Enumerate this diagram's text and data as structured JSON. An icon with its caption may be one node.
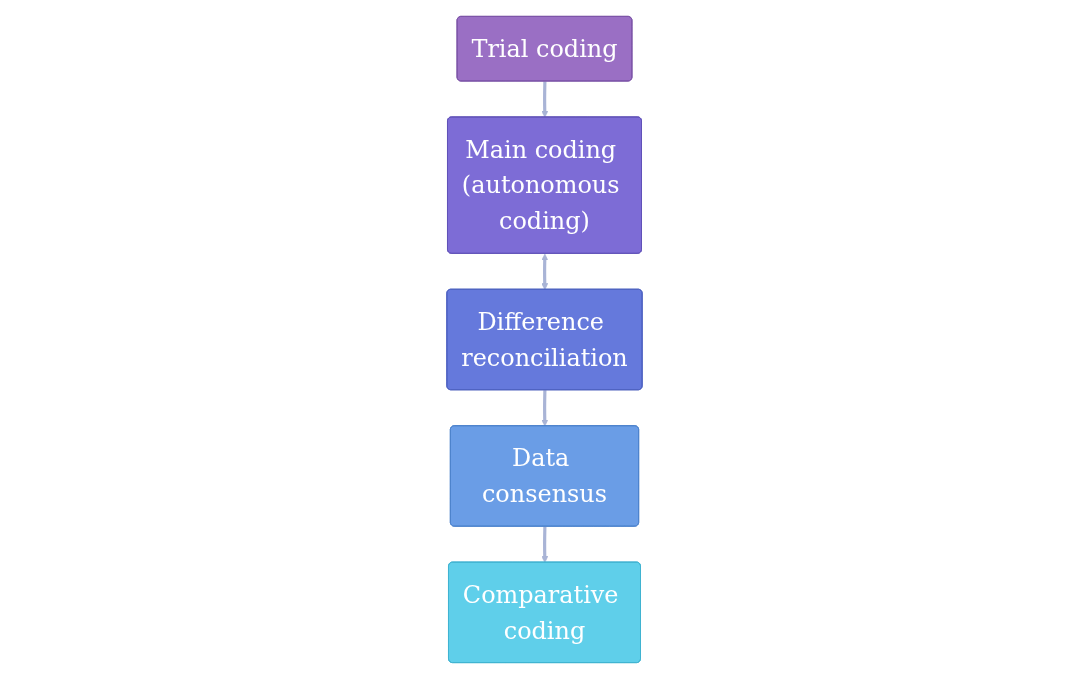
{
  "diagram": {
    "nodes": [
      {
        "text": [
          "Trial coding"
        ]
      },
      {
        "text": [
          "Main coding (autonomous coding)"
        ]
      },
      {
        "text": [
          "Difference reconciliation"
        ]
      },
      {
        "text": [
          "Data consensus"
        ]
      },
      {
        "text": [
          "Comparative coding"
        ]
      }
    ],
    "edges": [
      {
        "from": 0,
        "to": 1,
        "arrow": "to"
      },
      {
        "from": 1,
        "to": 2,
        "arrow": "both"
      },
      {
        "from": 2,
        "to": 3,
        "arrow": "to"
      },
      {
        "from": 3,
        "to": 4,
        "arrow": "to"
      }
    ]
  }
}
